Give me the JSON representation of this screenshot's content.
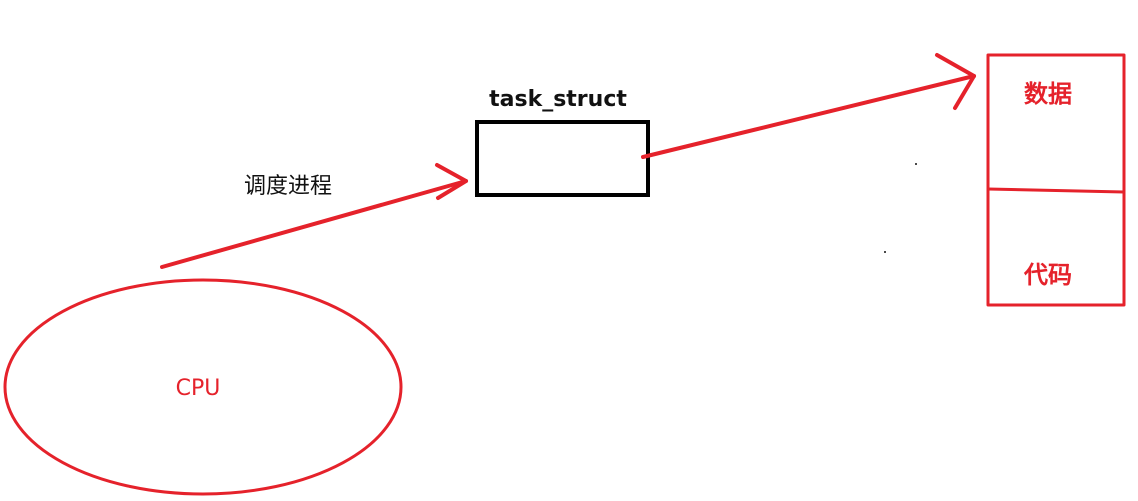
{
  "nodes": {
    "cpu": {
      "label": "CPU"
    },
    "task_struct": {
      "label": "task_struct"
    },
    "memory_data": {
      "label": "数据"
    },
    "memory_code": {
      "label": "代码"
    }
  },
  "edges": {
    "schedule": {
      "label": "调度进程"
    }
  },
  "colors": {
    "accent": "#e5222b",
    "box": "#000000"
  }
}
